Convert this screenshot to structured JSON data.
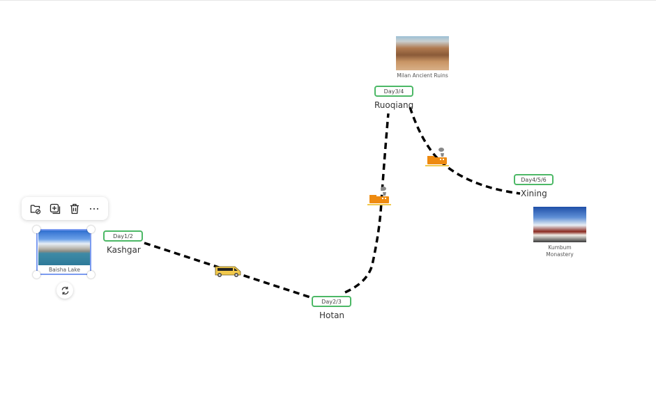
{
  "toolbar": {
    "items": [
      {
        "icon": "folder-link-icon"
      },
      {
        "icon": "add-layer-icon"
      },
      {
        "icon": "trash-icon"
      },
      {
        "icon": "more-icon"
      }
    ]
  },
  "stops": [
    {
      "day": "Day1/2",
      "city": "Kashgar",
      "attraction": "Baisha Lake"
    },
    {
      "day": "Day2/3",
      "city": "Hotan"
    },
    {
      "day": "Day3/4",
      "city": "Ruoqiang",
      "attraction": "Milan Ancient Ruins"
    },
    {
      "day": "Day4/5/6",
      "city": "Xining",
      "attraction_line1": "Kumbum",
      "attraction_line2": "Monastery"
    }
  ],
  "transport": [
    {
      "icon": "van-icon"
    },
    {
      "icon": "train-icon"
    },
    {
      "icon": "train-icon"
    }
  ],
  "colors": {
    "badge_border": "#4cb866",
    "selection": "#7b9bf0",
    "train": "#ee8a10",
    "van": "#f2c94c"
  }
}
